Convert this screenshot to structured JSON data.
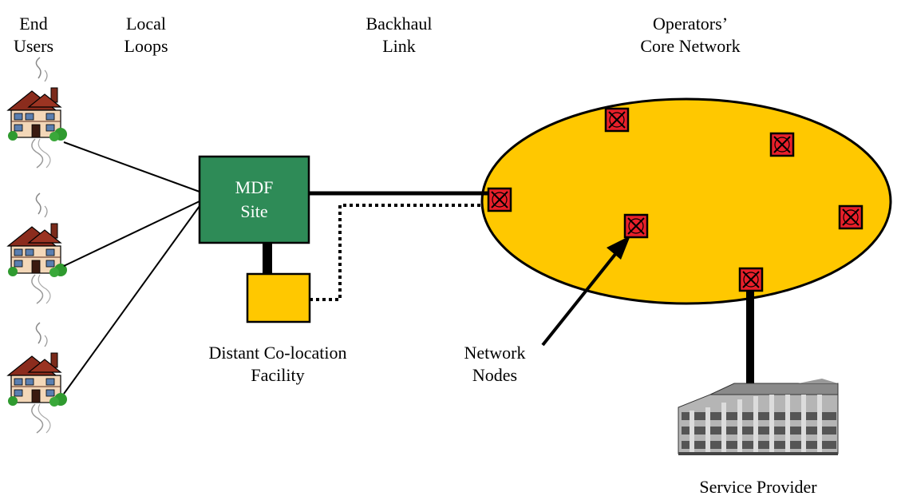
{
  "labels": {
    "end_users": [
      "End",
      "Users"
    ],
    "local_loops": [
      "Local",
      "Loops"
    ],
    "backhaul_link": [
      "Backhaul",
      "Link"
    ],
    "core_network": [
      "Operators’",
      "Core Network"
    ],
    "mdf_site": [
      "MDF",
      "Site"
    ],
    "colocation": [
      "Distant Co-location",
      "Facility"
    ],
    "network_nodes": [
      "Network",
      "Nodes"
    ],
    "service_provider": "Service Provider"
  },
  "colors": {
    "mdf_fill": "#2e8b57",
    "colocation_fill": "#ffc800",
    "core_fill": "#ffc800",
    "node_fill": "#e8202a",
    "house_wall": "#f3d7b8",
    "house_roof": "#8b2c1d",
    "building_gray": "#a8a8a8"
  },
  "icons": {
    "house": "house-icon",
    "node": "network-node-icon",
    "building": "office-building-icon"
  }
}
